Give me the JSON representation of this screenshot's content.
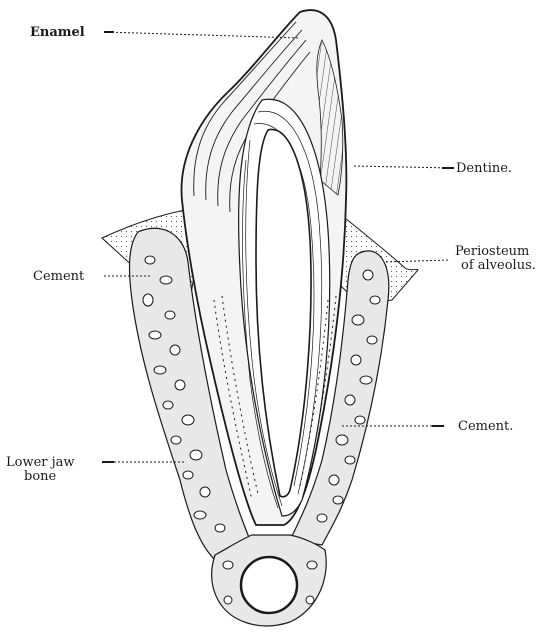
{
  "labels": {
    "enamel": "Enamel",
    "dentine": "Dentine.",
    "periosteum_line1": "Periosteum",
    "periosteum_line2": "of alveolus.",
    "cement_left": "Cement",
    "cement_right": "Cement.",
    "jaw_line1": "Lower jaw",
    "jaw_line2": "bone"
  },
  "colors": {
    "ink": "#1a1a1a",
    "paper": "#ffffff"
  }
}
